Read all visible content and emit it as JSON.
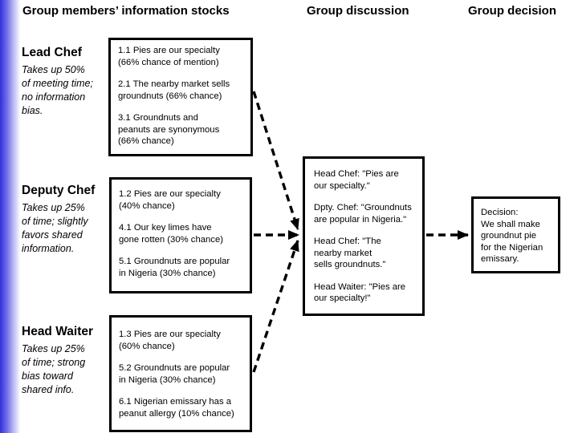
{
  "slide": {
    "headers": {
      "info_stocks": "Group members’ information stocks",
      "discussion": "Group discussion",
      "decision": "Group decision"
    },
    "members": [
      {
        "name": "Lead Chef",
        "description": "Takes up 50%\nof meeting time;\nno information\nbias.",
        "stock_items": [
          "1.1 Pies are our specialty\n(66% chance of mention)",
          "2.1 The nearby market sells\ngroundnuts  (66% chance)",
          "3.1 Groundnuts and\npeanuts are synonymous\n(66% chance)"
        ]
      },
      {
        "name": "Deputy Chef",
        "description": "Takes up 25%\nof time; slightly\nfavors shared\ninformation.",
        "stock_items": [
          "1.2 Pies are our specialty\n(40% chance)",
          "4.1 Our key limes have\ngone rotten (30% chance)",
          "5.1 Groundnuts are popular\nin Nigeria  (30% chance)"
        ]
      },
      {
        "name": "Head Waiter",
        "description": "Takes up 25%\nof time; strong\nbias toward\nshared info.",
        "stock_items": [
          "1.3 Pies are our specialty\n(60% chance)",
          "5.2 Groundnuts are popular\nin Nigeria (30% chance)",
          "6.1 Nigerian emissary has a\npeanut allergy (10% chance)"
        ]
      }
    ],
    "discussion_box": {
      "statements": [
        "Head Chef: \"Pies are\nour specialty.\"",
        "Dpty. Chef: \"Groundnuts\nare popular in Nigeria.\"",
        "Head Chef: \"The\nnearby market\nsells groundnuts.\"",
        "Head Waiter: \"Pies are\nour specialty!\""
      ]
    },
    "decision_box": {
      "text": "Decision:\nWe shall make\ngroundnut pie\nfor the Nigerian\nemissary."
    },
    "colors": {
      "accent_bar": "#3231d9",
      "box_border": "#000000",
      "text": "#000000",
      "background": "#ffffff"
    }
  }
}
